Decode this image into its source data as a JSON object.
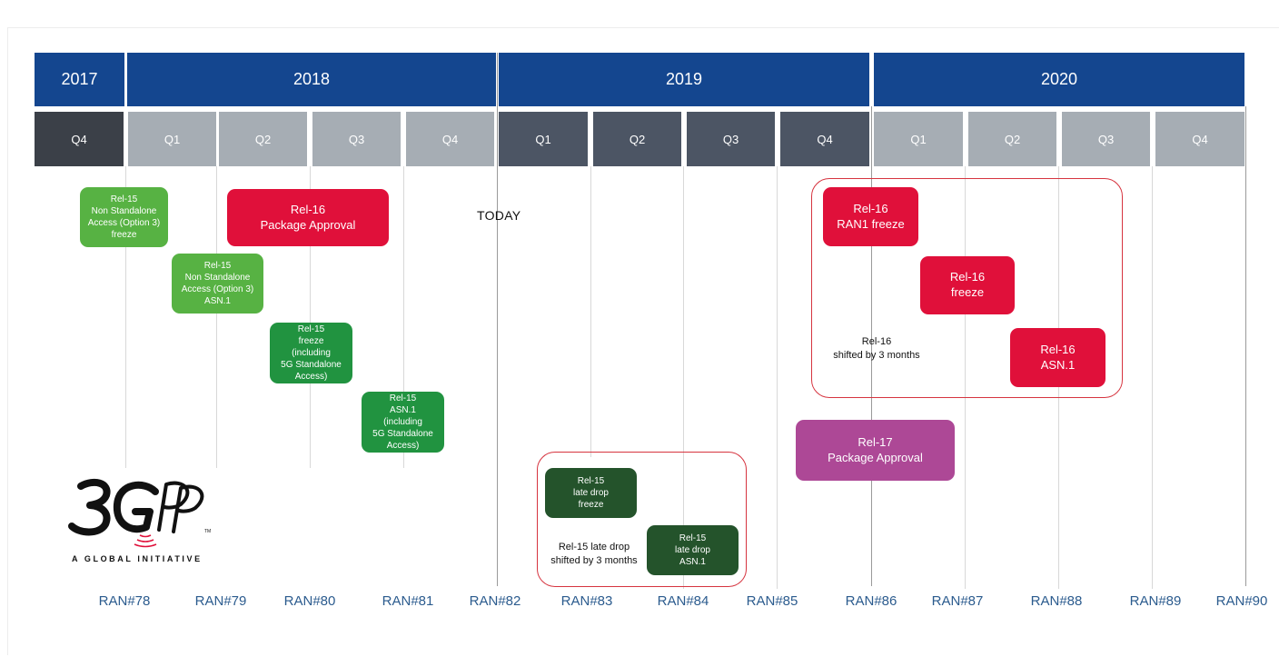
{
  "years": [
    {
      "label": "2017"
    },
    {
      "label": "2018"
    },
    {
      "label": "2019"
    },
    {
      "label": "2020"
    }
  ],
  "quarters": [
    {
      "label": "Q4"
    },
    {
      "label": "Q1"
    },
    {
      "label": "Q2"
    },
    {
      "label": "Q3"
    },
    {
      "label": "Q4"
    },
    {
      "label": "Q1"
    },
    {
      "label": "Q2"
    },
    {
      "label": "Q3"
    },
    {
      "label": "Q4"
    },
    {
      "label": "Q1"
    },
    {
      "label": "Q2"
    },
    {
      "label": "Q3"
    },
    {
      "label": "Q4"
    }
  ],
  "today_label": "TODAY",
  "milestones": [
    {
      "text": "Rel-15\nNon Standalone\nAccess (Option 3)\nfreeze"
    },
    {
      "text": "Rel-15\nNon Standalone\nAccess (Option 3)\nASN.1"
    },
    {
      "text": "Rel-15\nfreeze\n(including\n5G Standalone\nAccess)"
    },
    {
      "text": "Rel-15\nASN.1\n(including\n5G Standalone\nAccess)"
    },
    {
      "text": "Rel-16\nPackage Approval"
    },
    {
      "text": "Rel-15\nlate drop\nfreeze"
    },
    {
      "text": "Rel-15\nlate drop\nASN.1"
    },
    {
      "text": "Rel-16\nRAN1 freeze"
    },
    {
      "text": "Rel-16\nfreeze"
    },
    {
      "text": "Rel-16\nASN.1"
    },
    {
      "text": "Rel-17\nPackage Approval"
    }
  ],
  "notes": [
    {
      "text": "Rel-15 late drop\nshifted by 3 months"
    },
    {
      "text": "Rel-16\nshifted by 3 months"
    }
  ],
  "meetings": [
    {
      "label": "RAN#78"
    },
    {
      "label": "RAN#79"
    },
    {
      "label": "RAN#80"
    },
    {
      "label": "RAN#81"
    },
    {
      "label": "RAN#82"
    },
    {
      "label": "RAN#83"
    },
    {
      "label": "RAN#84"
    },
    {
      "label": "RAN#85"
    },
    {
      "label": "RAN#86"
    },
    {
      "label": "RAN#87"
    },
    {
      "label": "RAN#88"
    },
    {
      "label": "RAN#89"
    },
    {
      "label": "RAN#90"
    }
  ],
  "logo": {
    "name": "3GPP",
    "tagline": "A GLOBAL INITIATIVE"
  },
  "colors": {
    "year_band": "#14468f",
    "quarter_past": "#a6adb4",
    "quarter_future": "#4c5564",
    "rel15_nsa": "#57b243",
    "rel15_sa": "#219340",
    "rel15_late_drop": "#24532b",
    "rel16": "#e0103a",
    "rel17": "#ad4896",
    "meeting_label": "#2b5b8e",
    "shift_outline": "#d6343f"
  }
}
